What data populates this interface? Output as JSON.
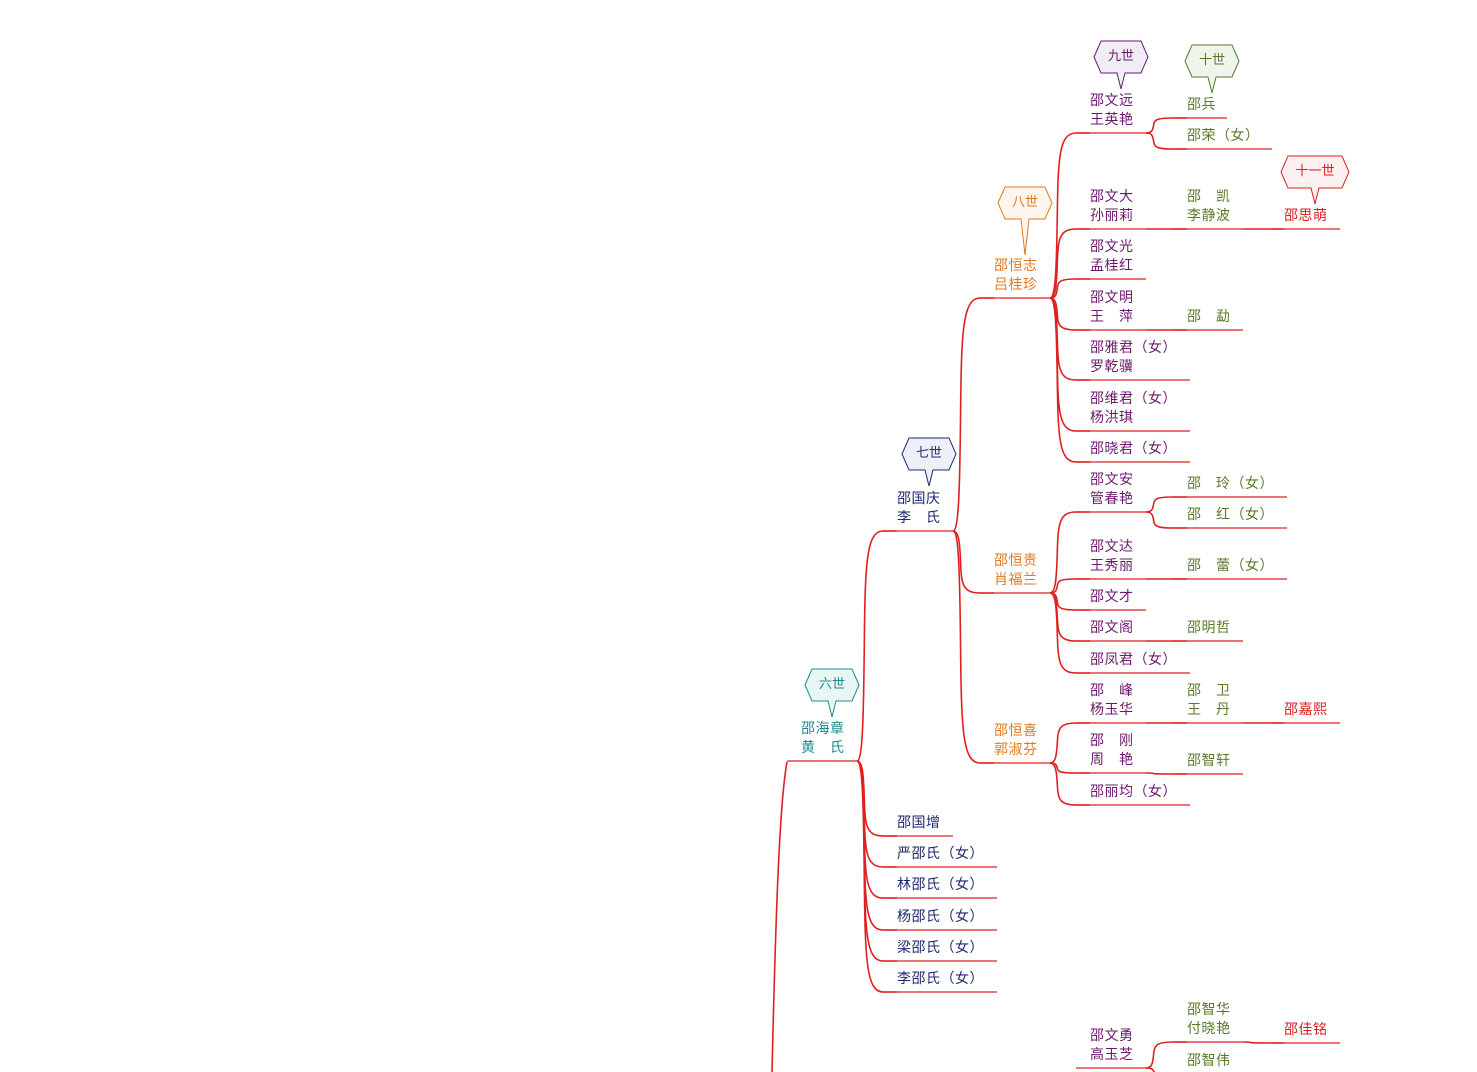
{
  "colors": {
    "line": "#e02020",
    "gen6": "#1e8c8c",
    "gen7": "#1f2a6e",
    "gen8": "#e07a1e",
    "gen9": "#6b1a6b",
    "gen10": "#5a7a2a",
    "gen11": "#d92020"
  },
  "generations": [
    {
      "id": "g6",
      "label": "六世"
    },
    {
      "id": "g7",
      "label": "七世"
    },
    {
      "id": "g8",
      "label": "八世"
    },
    {
      "id": "g9",
      "label": "九世"
    },
    {
      "id": "g10",
      "label": "十世"
    },
    {
      "id": "g11",
      "label": "十一世"
    }
  ],
  "persons": [
    {
      "id": "p1",
      "gen": "g6",
      "lines": [
        "邵海章",
        "黄　氏"
      ]
    },
    {
      "id": "p2",
      "gen": "g7",
      "lines": [
        "邵国庆",
        "李　氏"
      ]
    },
    {
      "id": "p3",
      "gen": "g7",
      "lines": [
        "邵国增"
      ]
    },
    {
      "id": "p4",
      "gen": "g7",
      "lines": [
        "严邵氏（女）"
      ]
    },
    {
      "id": "p5",
      "gen": "g7",
      "lines": [
        "林邵氏（女）"
      ]
    },
    {
      "id": "p6",
      "gen": "g7",
      "lines": [
        "杨邵氏（女）"
      ]
    },
    {
      "id": "p7",
      "gen": "g7",
      "lines": [
        "梁邵氏（女）"
      ]
    },
    {
      "id": "p8",
      "gen": "g7",
      "lines": [
        "李邵氏（女）"
      ]
    },
    {
      "id": "p9",
      "gen": "g8",
      "lines": [
        "邵恒志",
        "吕桂珍"
      ]
    },
    {
      "id": "p10",
      "gen": "g8",
      "lines": [
        "邵恒贵",
        "肖福兰"
      ]
    },
    {
      "id": "p11",
      "gen": "g8",
      "lines": [
        "邵恒喜",
        "郭淑芬"
      ]
    },
    {
      "id": "p12",
      "gen": "g9",
      "lines": [
        "邵文远",
        "王英艳"
      ]
    },
    {
      "id": "p13",
      "gen": "g9",
      "lines": [
        "邵文大",
        "孙丽莉"
      ]
    },
    {
      "id": "p14",
      "gen": "g9",
      "lines": [
        "邵文光",
        "孟桂红"
      ]
    },
    {
      "id": "p15",
      "gen": "g9",
      "lines": [
        "邵文明",
        "王　萍"
      ]
    },
    {
      "id": "p16",
      "gen": "g9",
      "lines": [
        "邵雅君（女）",
        "罗乾骥"
      ]
    },
    {
      "id": "p17",
      "gen": "g9",
      "lines": [
        "邵维君（女）",
        "杨洪琪"
      ]
    },
    {
      "id": "p18",
      "gen": "g9",
      "lines": [
        "邵晓君（女）"
      ]
    },
    {
      "id": "p19",
      "gen": "g9",
      "lines": [
        "邵文安",
        "管春艳"
      ]
    },
    {
      "id": "p20",
      "gen": "g9",
      "lines": [
        "邵文达",
        "王秀丽"
      ]
    },
    {
      "id": "p21",
      "gen": "g9",
      "lines": [
        "邵文才"
      ]
    },
    {
      "id": "p22",
      "gen": "g9",
      "lines": [
        "邵文阁"
      ]
    },
    {
      "id": "p23",
      "gen": "g9",
      "lines": [
        "邵凤君（女）"
      ]
    },
    {
      "id": "p24",
      "gen": "g9",
      "lines": [
        "邵　峰",
        "杨玉华"
      ]
    },
    {
      "id": "p25",
      "gen": "g9",
      "lines": [
        "邵　刚",
        "周　艳"
      ]
    },
    {
      "id": "p26",
      "gen": "g9",
      "lines": [
        "邵丽均（女）"
      ]
    },
    {
      "id": "p27",
      "gen": "g9",
      "lines": [
        "邵文勇",
        "高玉芝"
      ]
    },
    {
      "id": "p28",
      "gen": "g10",
      "lines": [
        "邵兵"
      ]
    },
    {
      "id": "p29",
      "gen": "g10",
      "lines": [
        "邵荣（女）"
      ]
    },
    {
      "id": "p30",
      "gen": "g10",
      "lines": [
        "邵　凯",
        "李静波"
      ]
    },
    {
      "id": "p31",
      "gen": "g10",
      "lines": [
        "邵　勐"
      ]
    },
    {
      "id": "p32",
      "gen": "g10",
      "lines": [
        "邵　玲（女）"
      ]
    },
    {
      "id": "p33",
      "gen": "g10",
      "lines": [
        "邵　红（女）"
      ]
    },
    {
      "id": "p34",
      "gen": "g10",
      "lines": [
        "邵　蕾（女）"
      ]
    },
    {
      "id": "p35",
      "gen": "g10",
      "lines": [
        "邵明哲"
      ]
    },
    {
      "id": "p36",
      "gen": "g10",
      "lines": [
        "邵　卫",
        "王　丹"
      ]
    },
    {
      "id": "p37",
      "gen": "g10",
      "lines": [
        "邵智轩"
      ]
    },
    {
      "id": "p38",
      "gen": "g10",
      "lines": [
        "邵智华",
        "付晓艳"
      ]
    },
    {
      "id": "p39",
      "gen": "g10",
      "lines": [
        "邵智伟"
      ]
    },
    {
      "id": "p40",
      "gen": "g11",
      "lines": [
        "邵思萌"
      ]
    },
    {
      "id": "p41",
      "gen": "g11",
      "lines": [
        "邵嘉熙"
      ]
    },
    {
      "id": "p42",
      "gen": "g11",
      "lines": [
        "邵佳铭"
      ]
    }
  ],
  "edges": [
    [
      "p1",
      "p2"
    ],
    [
      "p1",
      "p3"
    ],
    [
      "p1",
      "p4"
    ],
    [
      "p1",
      "p5"
    ],
    [
      "p1",
      "p6"
    ],
    [
      "p1",
      "p7"
    ],
    [
      "p1",
      "p8"
    ],
    [
      "p2",
      "p9"
    ],
    [
      "p2",
      "p10"
    ],
    [
      "p2",
      "p11"
    ],
    [
      "p9",
      "p12"
    ],
    [
      "p9",
      "p13"
    ],
    [
      "p9",
      "p14"
    ],
    [
      "p9",
      "p15"
    ],
    [
      "p9",
      "p16"
    ],
    [
      "p9",
      "p17"
    ],
    [
      "p9",
      "p18"
    ],
    [
      "p10",
      "p19"
    ],
    [
      "p10",
      "p20"
    ],
    [
      "p10",
      "p21"
    ],
    [
      "p10",
      "p22"
    ],
    [
      "p10",
      "p23"
    ],
    [
      "p11",
      "p24"
    ],
    [
      "p11",
      "p25"
    ],
    [
      "p11",
      "p26"
    ],
    [
      "p12",
      "p28"
    ],
    [
      "p12",
      "p29"
    ],
    [
      "p13",
      "p30"
    ],
    [
      "p15",
      "p31"
    ],
    [
      "p19",
      "p32"
    ],
    [
      "p19",
      "p33"
    ],
    [
      "p20",
      "p34"
    ],
    [
      "p22",
      "p35"
    ],
    [
      "p24",
      "p36"
    ],
    [
      "p25",
      "p37"
    ],
    [
      "p27",
      "p38"
    ],
    [
      "p27",
      "p39"
    ],
    [
      "p30",
      "p40"
    ],
    [
      "p36",
      "p41"
    ],
    [
      "p38",
      "p42"
    ]
  ]
}
